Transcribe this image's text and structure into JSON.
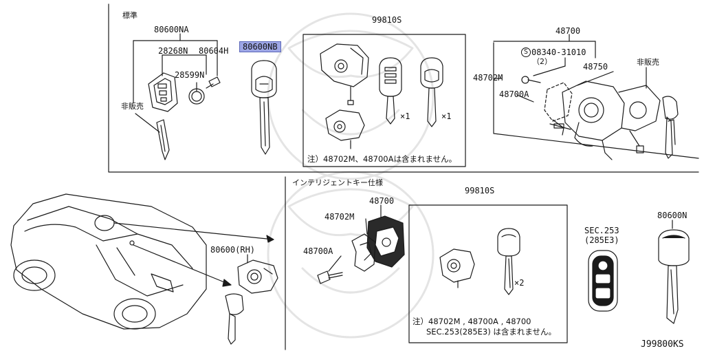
{
  "sections": {
    "standard": "標準",
    "intelligent_key": "インテリジェントキー仕様"
  },
  "labels": {
    "p80600NA": "80600NA",
    "p28268N": "28268N",
    "p80604H": "80604H",
    "p28599N": "28599N",
    "not_for_sale_1": "非販売",
    "p80600NB": "80600NB",
    "p99810S_top": "99810S",
    "qty_x1_a": "×1",
    "qty_x1_b": "×1",
    "note_top": "注）48702M、48700Aは含まれません。",
    "p48700_top": "48700",
    "s_code": "08340-31010",
    "s_qty": "（2）",
    "p48750": "48750",
    "not_for_sale_2": "非販売",
    "p48702M_top": "48702M",
    "p48700A_top": "48700A",
    "p80600_rh": "80600(RH)",
    "p48700_mid": "48700",
    "p48702M_mid": "48702M",
    "p48700A_mid": "48700A",
    "p99810S_mid": "99810S",
    "qty_x2": "×2",
    "note_mid_1": "注）48702M , 48700A , 48700",
    "note_mid_2": "SEC.253(285E3) は含まれません。",
    "sec253": "SEC.253",
    "sec253_sub": "(285E3)",
    "p80600N": "80600N",
    "diagram_id": "J99800KS"
  },
  "colors": {
    "line": "#1a1a1a",
    "highlight": "#9ea7e6",
    "watermark": "#e6e6e6"
  }
}
